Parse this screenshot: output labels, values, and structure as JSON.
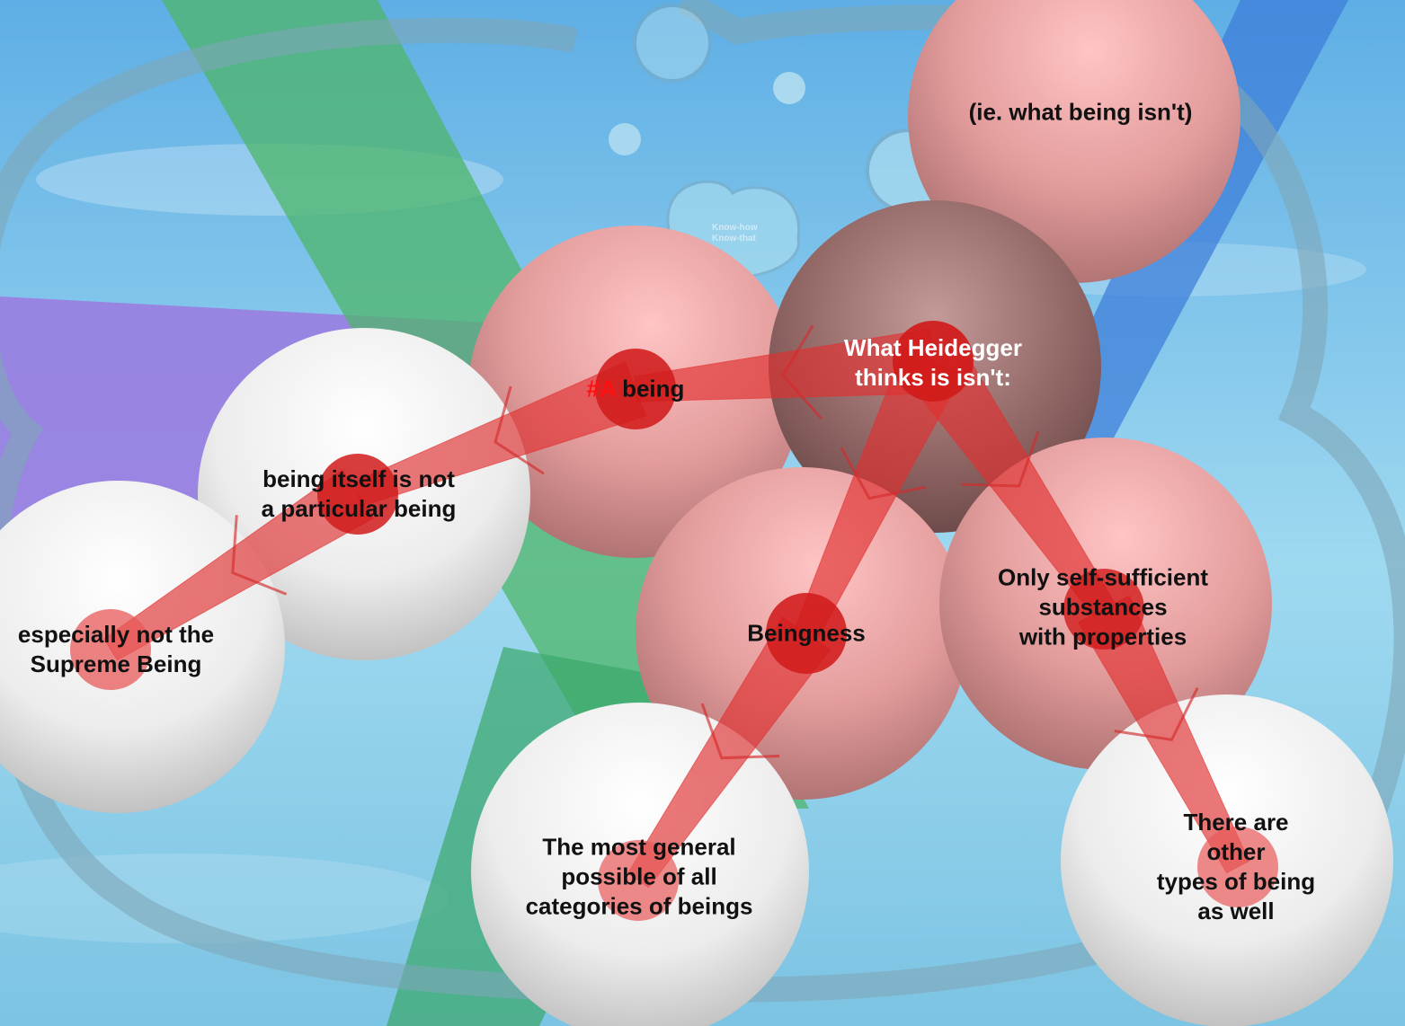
{
  "colors": {
    "connector": "#d92b2b",
    "node_red": "#d11b1b",
    "sphere_pink": "#f2a6a6",
    "sphere_center": "#8a5f5e",
    "sphere_white": "#f0f0f0",
    "sky_top": "#5aaee6",
    "sky_bottom": "#bfe9f2"
  },
  "nodes": {
    "center": {
      "line1": "What Heidegger",
      "line2": "thinks is isn't:"
    },
    "top": {
      "text": "(ie. what being isn't)"
    },
    "a_being": {
      "hash": "#A",
      "text": " being"
    },
    "beingness": {
      "text": "Beingness"
    },
    "substances": {
      "text": "Only self-sufficient\nsubstances\nwith properties"
    },
    "being_itself": {
      "text": "being itself is not\na particular being"
    },
    "supreme": {
      "text": "especially not the\nSupreme Being"
    },
    "general": {
      "text": "The most general\npossible of all\ncategories of beings"
    },
    "other_types": {
      "text": "There are other\ntypes of being as well"
    }
  },
  "background_frame": {
    "text": "Know-how\nKnow-that"
  }
}
